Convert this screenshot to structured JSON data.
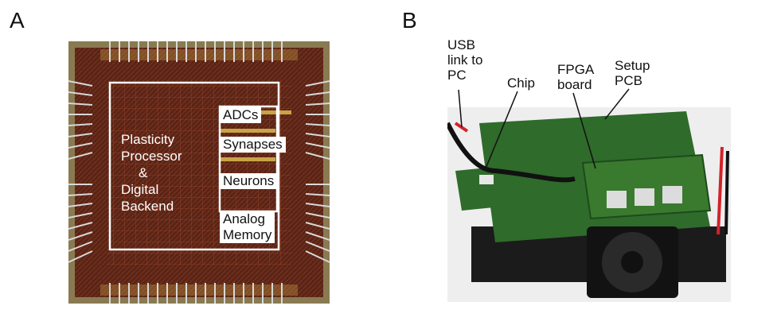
{
  "panels": {
    "a_letter": "A",
    "b_letter": "B"
  },
  "panel_a": {
    "core_label_lines": [
      "Plasticity",
      "Processor",
      "&",
      "Digital",
      "Backend"
    ],
    "blocks": {
      "adcs": "ADCs",
      "synapses": "Synapses",
      "neurons": "Neurons",
      "analog_memory_line1": "Analog",
      "analog_memory_line2": "Memory"
    }
  },
  "panel_b": {
    "callouts": {
      "usb_line1": "USB",
      "usb_line2": "link to",
      "usb_line3": "PC",
      "chip": "Chip",
      "fpga_line1": "FPGA",
      "fpga_line2": "board",
      "setup_line1": "Setup",
      "setup_line2": "PCB"
    }
  },
  "colors": {
    "die_background": "#5a2416",
    "die_pads": "#c9a447",
    "pcb_green": "#2f6b2b",
    "outline_white": "#ffffff"
  }
}
